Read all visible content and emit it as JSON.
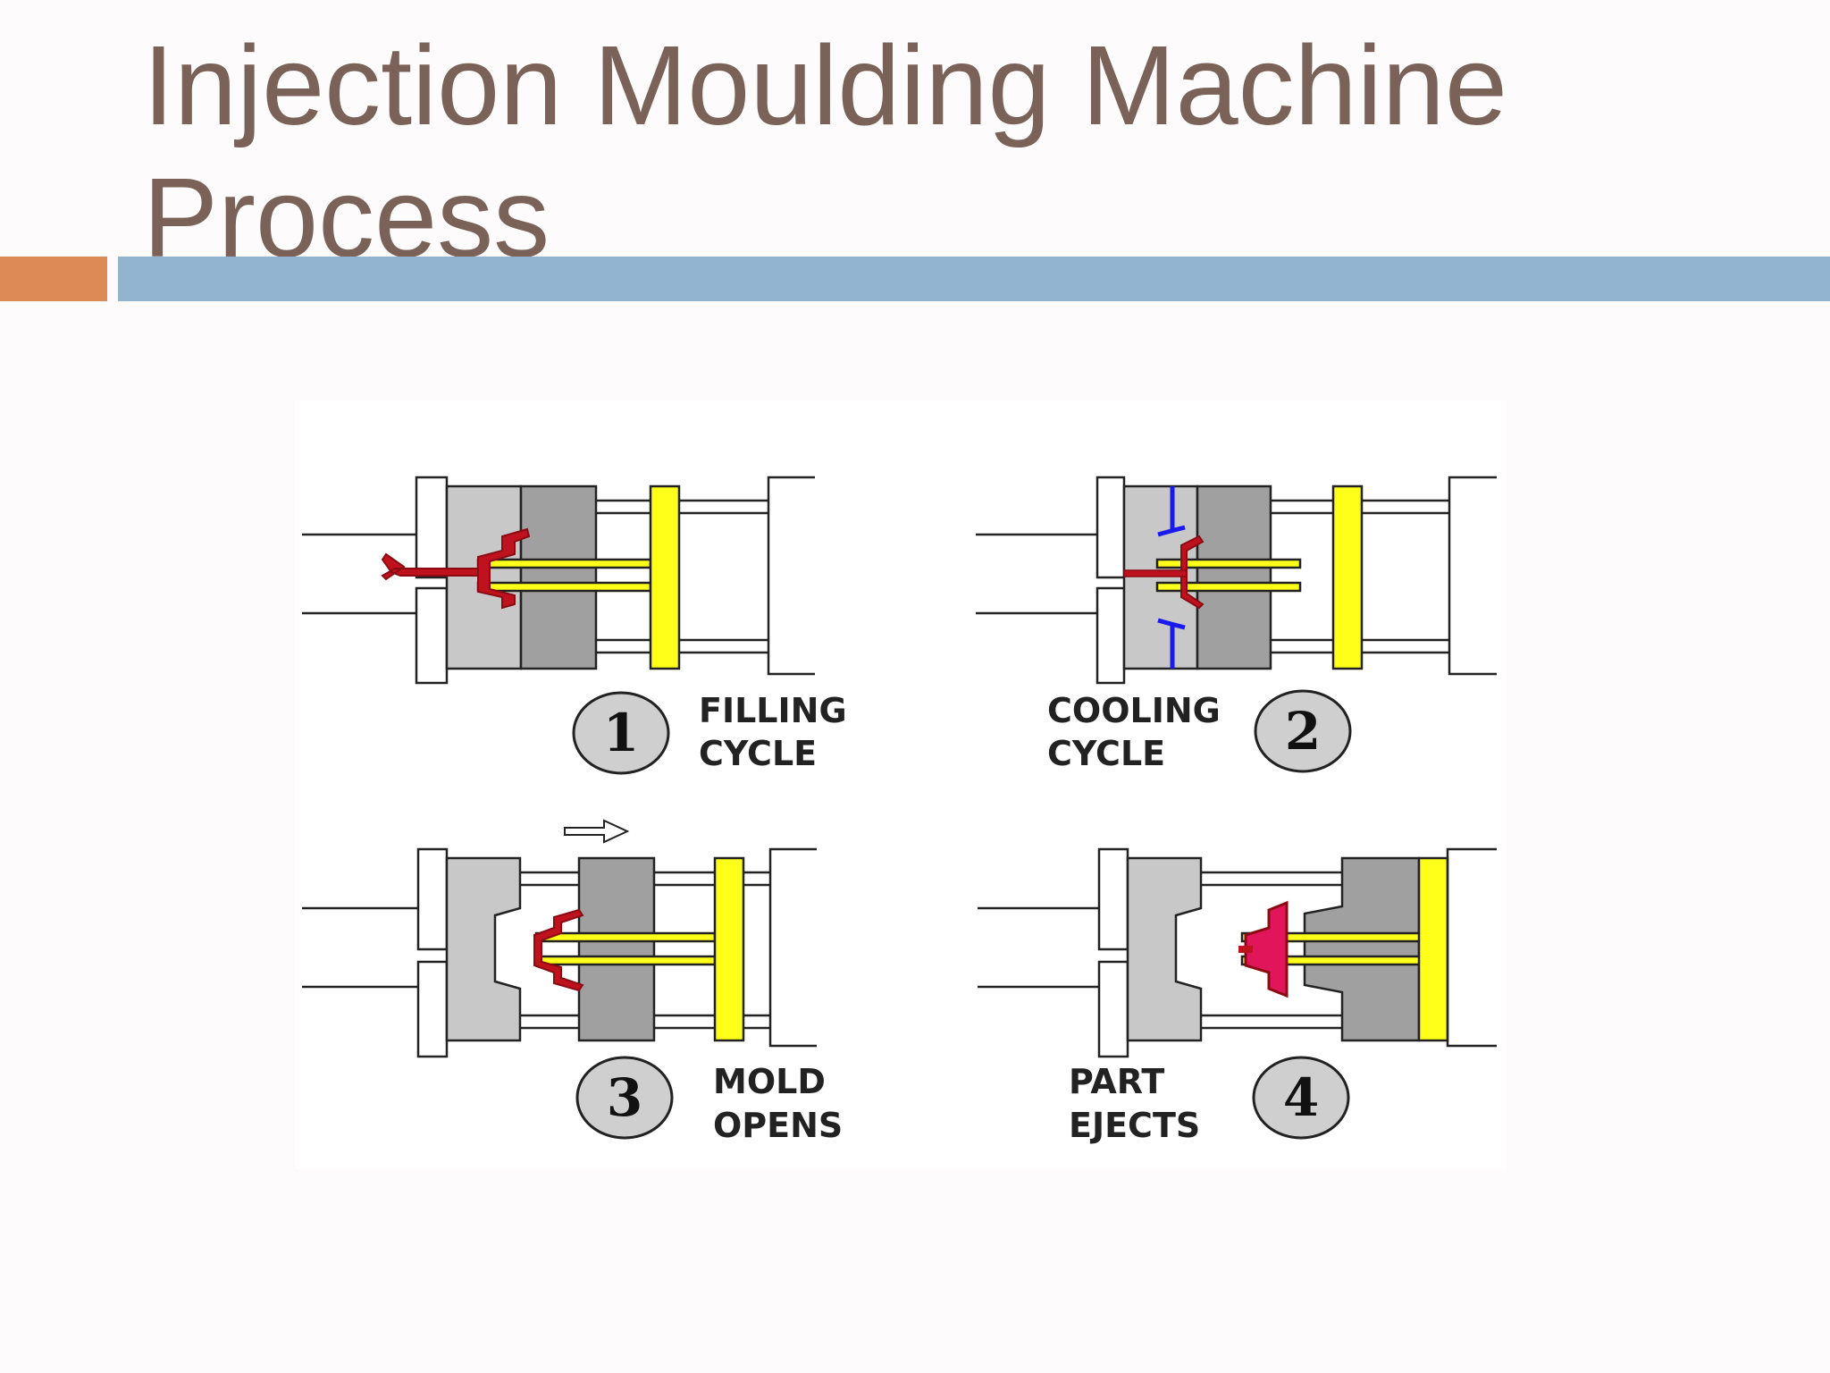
{
  "slide": {
    "title_line1": "Injection Moulding Machine",
    "title_line2": "Process"
  },
  "colors": {
    "title": "#7a6258",
    "accent_orange": "#dd8a55",
    "accent_blue": "#93b4d0",
    "mold_light": "#c8c8c8",
    "mold_dark": "#a0a0a0",
    "ejector_yellow": "#ffff1a",
    "molten_plastic": "#c0121e",
    "part_pink": "#e0155a",
    "coolant_blue": "#1a1aee"
  },
  "diagram": {
    "steps": [
      {
        "number": "1",
        "label_line1": "FILLING",
        "label_line2": "CYCLE"
      },
      {
        "number": "2",
        "label_line1": "COOLING",
        "label_line2": "CYCLE"
      },
      {
        "number": "3",
        "label_line1": "MOLD",
        "label_line2": "OPENS"
      },
      {
        "number": "4",
        "label_line1": "PART",
        "label_line2": "EJECTS"
      }
    ]
  }
}
